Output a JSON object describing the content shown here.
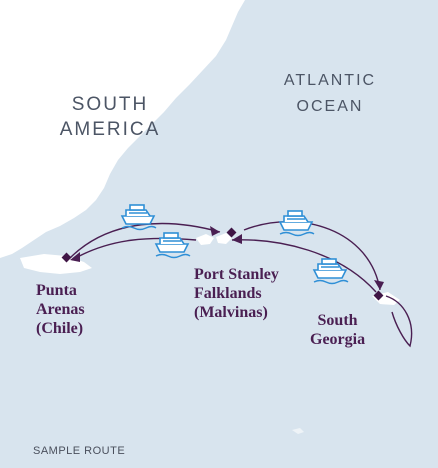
{
  "map": {
    "region_labels": {
      "south_america": [
        "SOUTH",
        "AMERICA"
      ],
      "atlantic": [
        "ATLANTIC",
        "OCEAN"
      ]
    },
    "ports": {
      "punta_arenas": [
        "Punta",
        "Arenas",
        "(Chile)"
      ],
      "port_stanley": [
        "Port Stanley",
        "Falklands",
        "(Malvinas)"
      ],
      "south_georgia": [
        "South",
        "Georgia"
      ]
    },
    "footer": "SAMPLE ROUTE",
    "colors": {
      "ocean": "#d8e4ee",
      "land": "#ffffff",
      "route": "#4a1f52",
      "ship": "#2f8fd6"
    },
    "icons": [
      "ship-icon",
      "port-marker-icon"
    ]
  }
}
